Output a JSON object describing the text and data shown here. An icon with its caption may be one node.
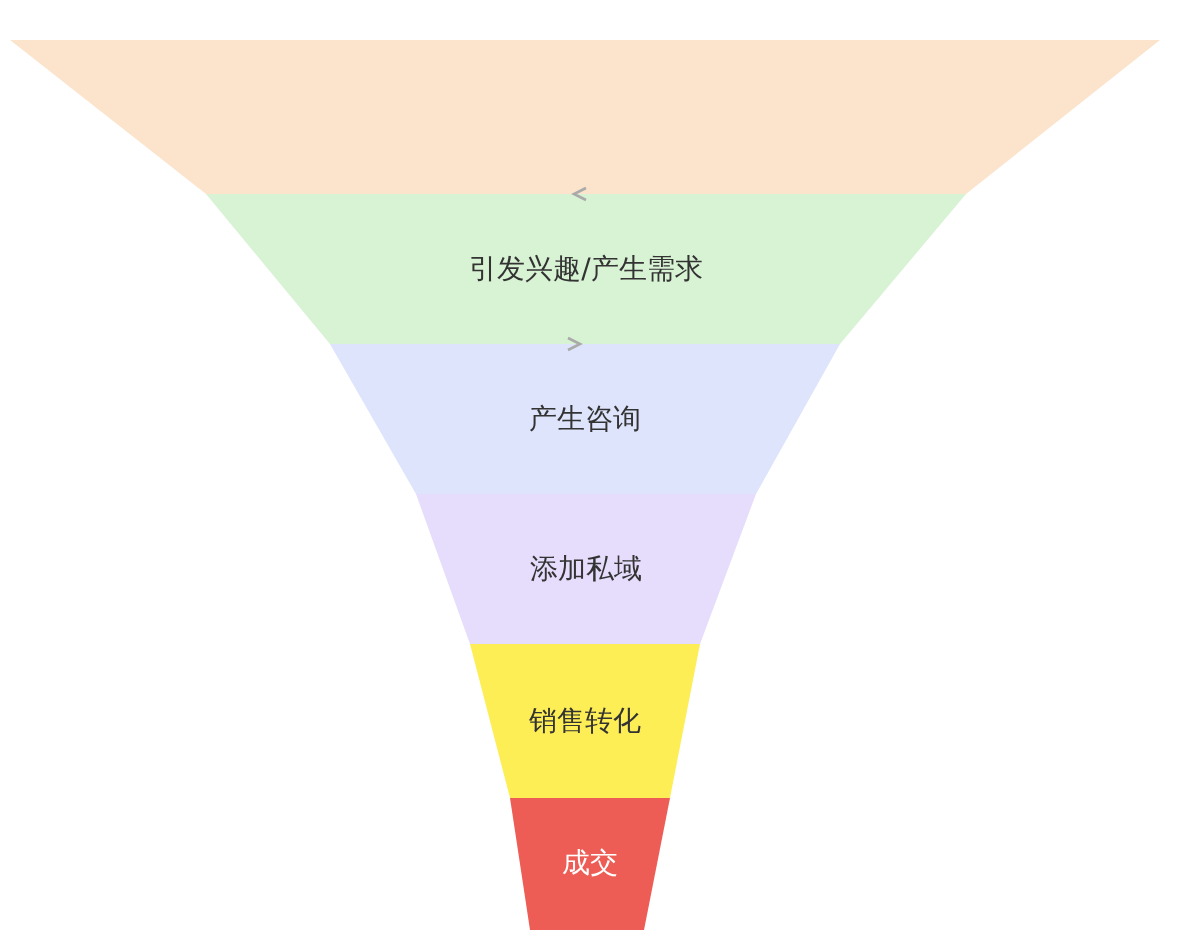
{
  "diagram": {
    "nodes": [
      {
        "text": [],
        "shape": "trapezoid"
      },
      {
        "text": [
          "引发兴趣/产生需求"
        ]
      },
      {
        "text": [
          "产生咨询"
        ]
      },
      {
        "text": [
          "添加私域"
        ]
      },
      {
        "text": [
          "销售转化"
        ]
      },
      {
        "text": [
          "成交"
        ]
      }
    ]
  }
}
